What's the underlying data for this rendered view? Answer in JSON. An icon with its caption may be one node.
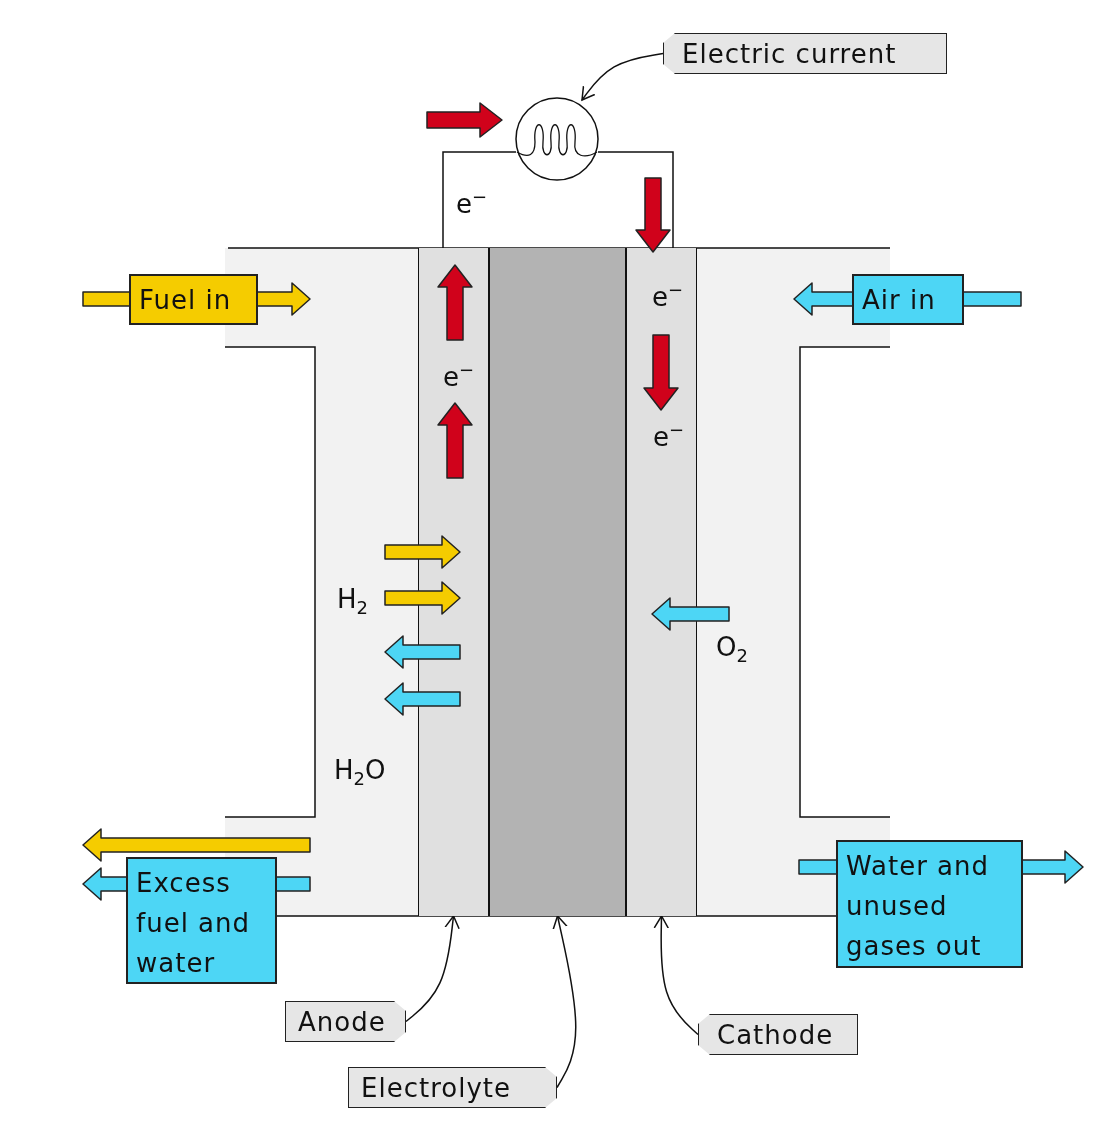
{
  "diagram": {
    "nodes": [
      {
        "text": [
          "Electric current"
        ]
      },
      {
        "text": [],
        "shape": "circle"
      },
      {
        "text": [],
        "shape": "bar"
      },
      {
        "text": [],
        "shape": "bar"
      },
      {
        "text": [],
        "shape": "bar"
      },
      {
        "text": [
          "Anode"
        ]
      },
      {
        "text": [
          "Electrolyte"
        ]
      },
      {
        "text": [
          "Cathode"
        ]
      },
      {
        "text": [
          "Fuel in"
        ]
      },
      {
        "text": [
          "Air in"
        ]
      },
      {
        "text": [
          "Excess fuel and water"
        ]
      },
      {
        "text": [
          "Water and unused gases out"
        ]
      }
    ],
    "edges": [
      {
        "from": 0,
        "to": 1,
        "arrow": "to"
      },
      {
        "from": 5,
        "to": 2,
        "arrow": "to"
      },
      {
        "from": 6,
        "to": 3,
        "arrow": "to"
      },
      {
        "from": 7,
        "to": 4,
        "arrow": "to"
      }
    ],
    "labels": [
      "e$^{−}$",
      "e$^{−}$",
      "e$^{−}$",
      "e$^{−}$",
      "H$_{2}$",
      "O$_{2}$",
      "H$_{2}$O"
    ]
  }
}
